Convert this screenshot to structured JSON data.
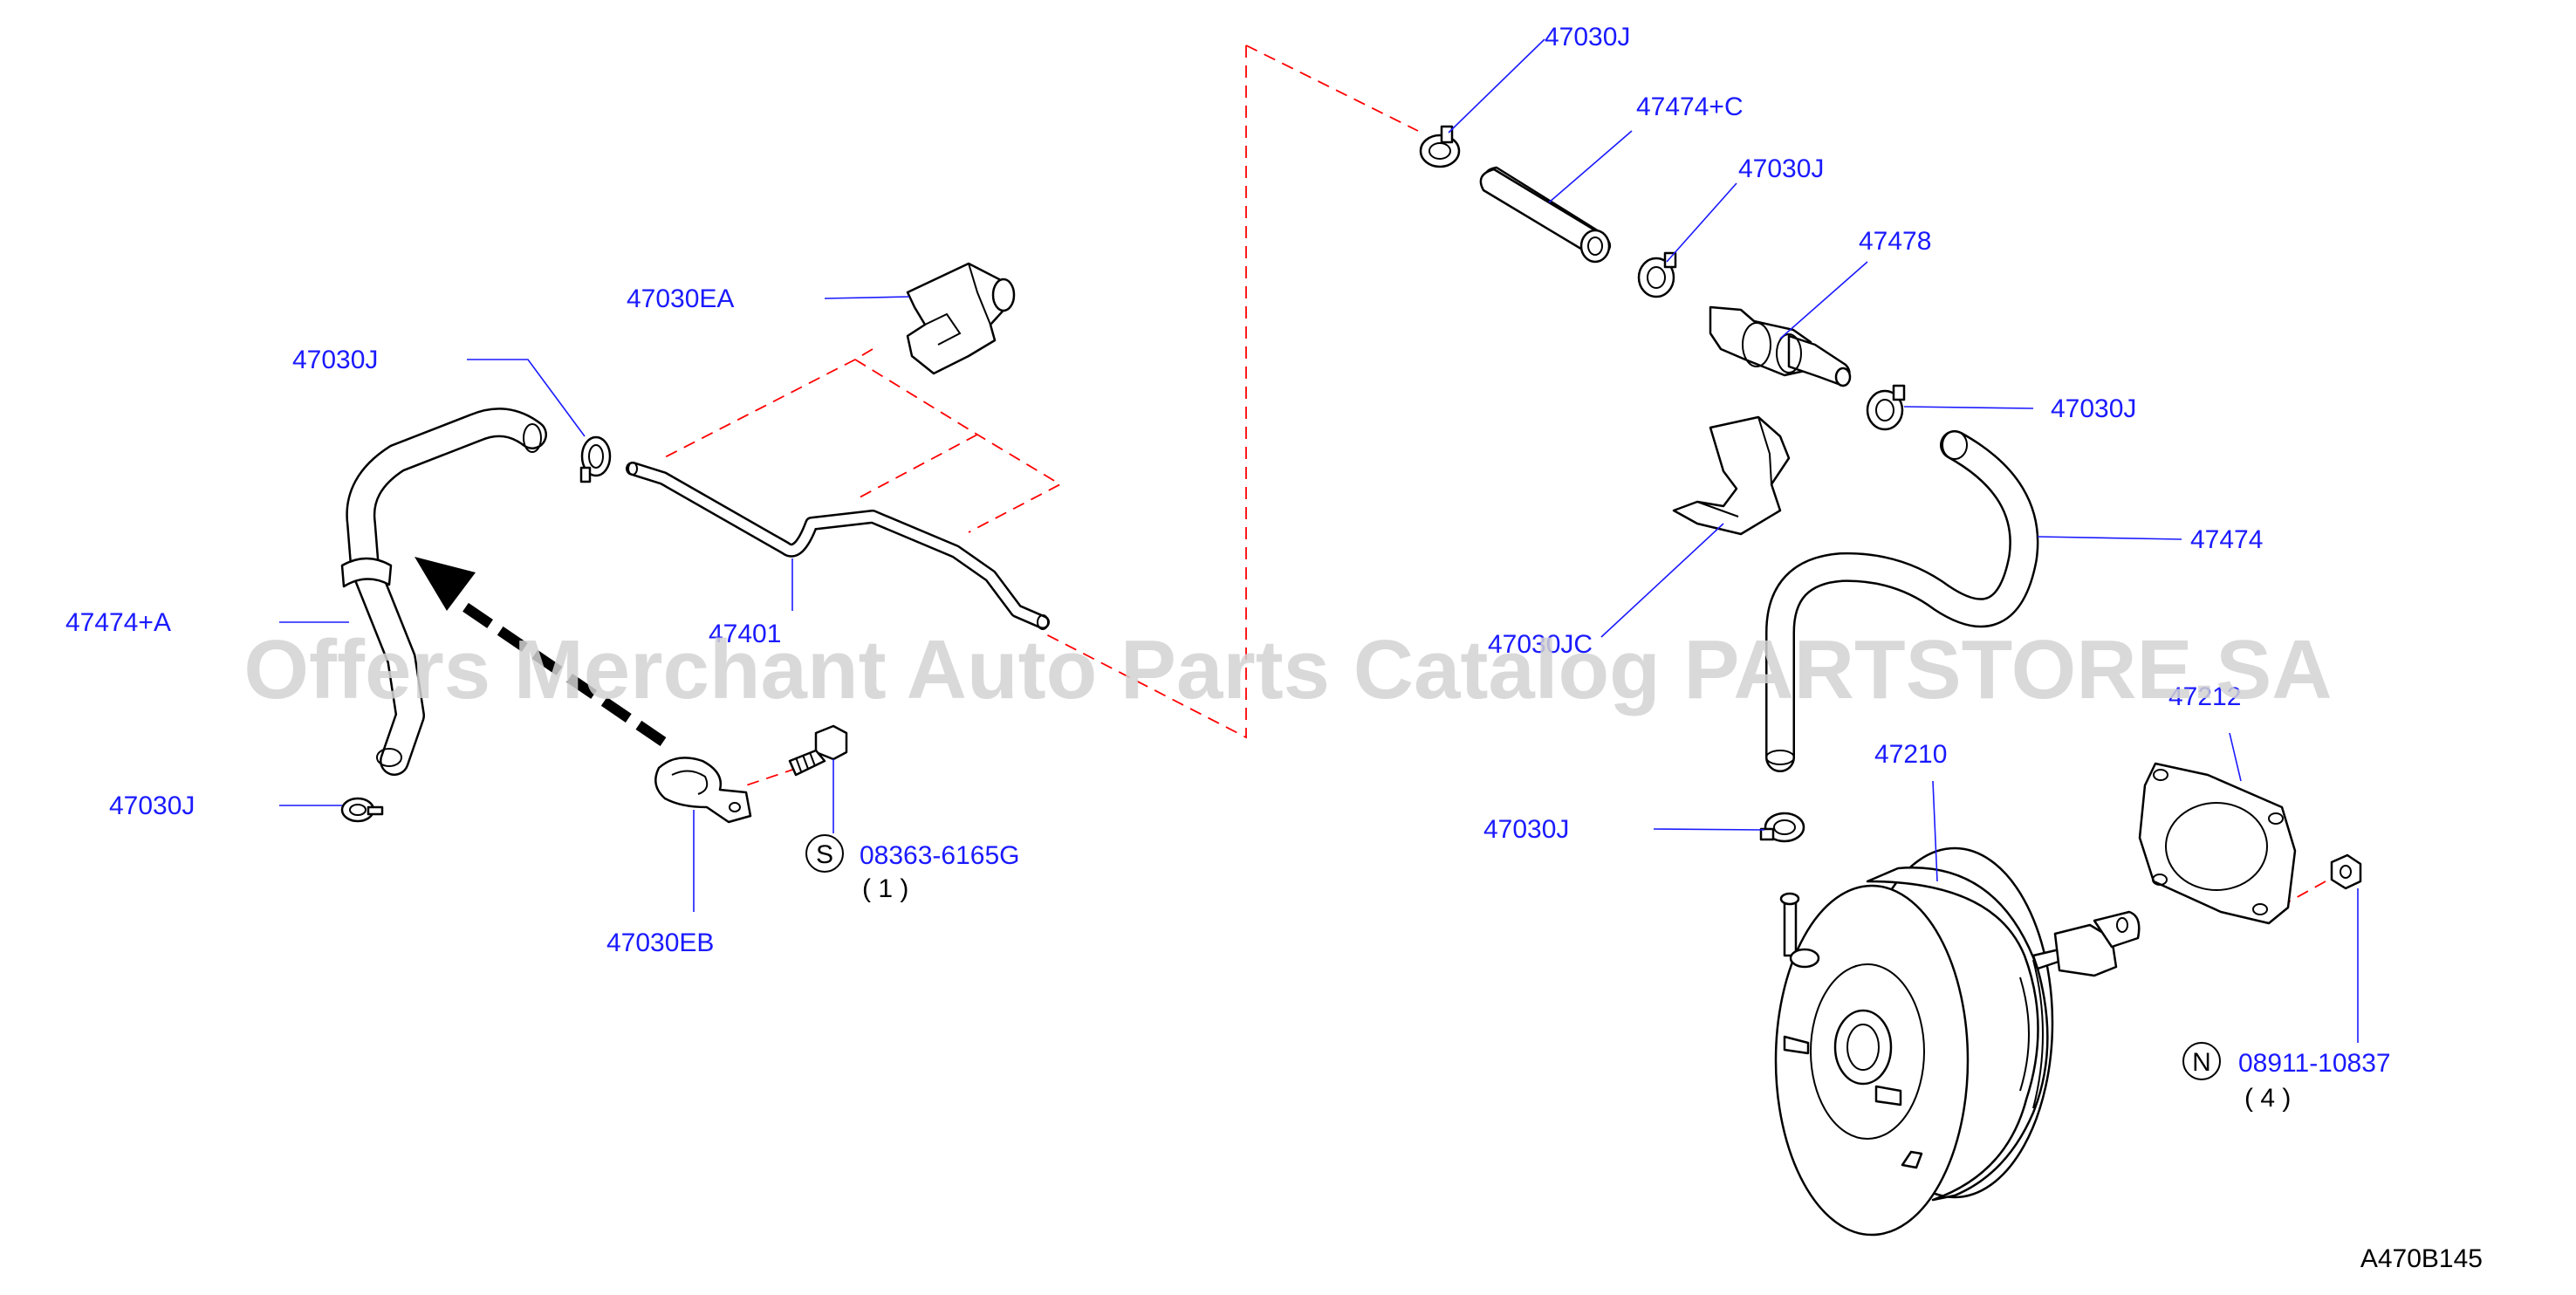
{
  "callouts": {
    "c_47030J_top": "47030J",
    "c_47474C": "47474+C",
    "c_47030J_mid": "47030J",
    "c_47478": "47478",
    "c_47030J_right": "47030J",
    "c_47474": "47474",
    "c_47030JC": "47030JC",
    "c_47212": "47212",
    "c_47210": "47210",
    "c_47030J_lower": "47030J",
    "c_47030EA": "47030EA",
    "c_47030J_left": "47030J",
    "c_47474A": "47474+A",
    "c_47401": "47401",
    "c_47030J_bottomleft": "47030J",
    "c_47030EB": "47030EB"
  },
  "fasteners": {
    "bolt": {
      "symbol": "S",
      "part": "08363-6165G",
      "qty": "( 1 )"
    },
    "nut": {
      "symbol": "N",
      "part": "08911-10837",
      "qty": "( 4 )"
    }
  },
  "reference_code": "A470B145",
  "watermark": "Offers Merchant Auto Parts Catalog PARTSTORE.SA",
  "colors": {
    "callout": "#1a1aff",
    "phantom_line": "#ff0000",
    "watermark": "#d2d2d2"
  },
  "icons": {
    "direction_arrow": "front-direction-arrow-icon"
  }
}
